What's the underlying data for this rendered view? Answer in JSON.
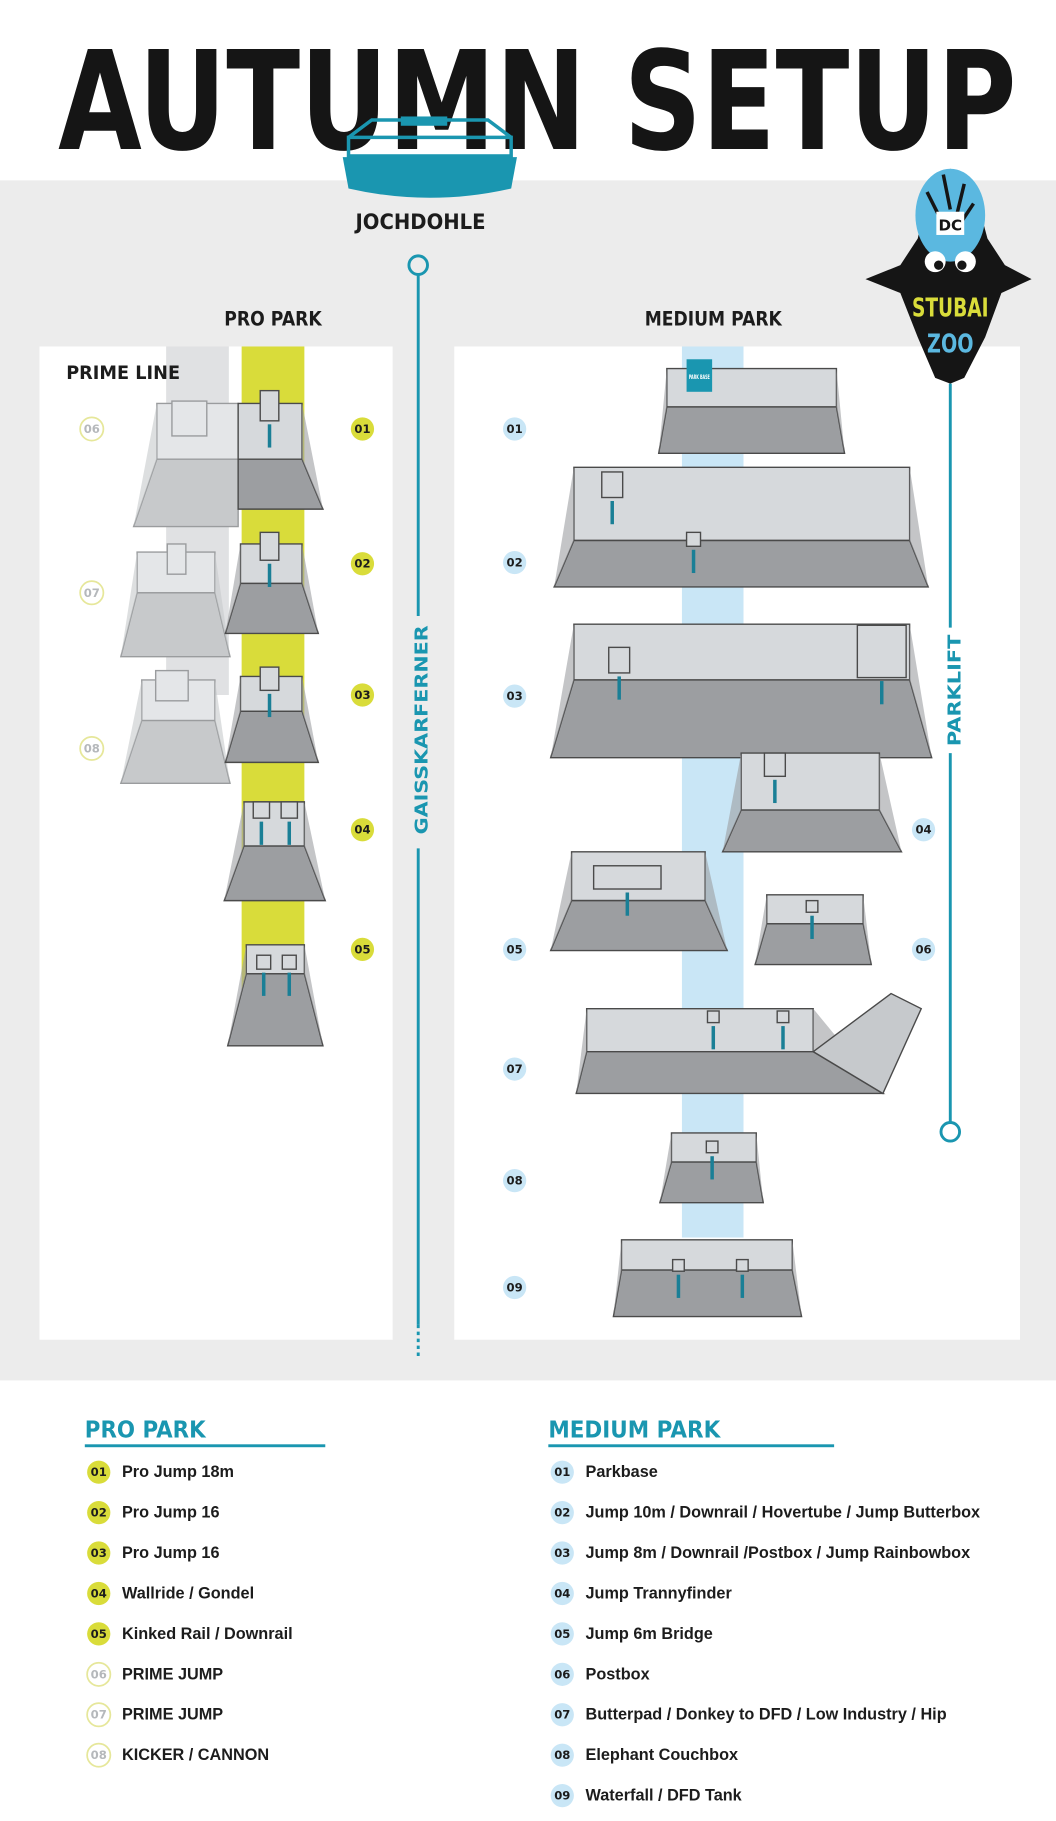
{
  "title": "AUTUMN SETUP",
  "station": "JOCHDOHLE",
  "piste_left": "GAISSKARFERNER",
  "lift": "PARKLIFT",
  "logo": {
    "brand": "DC",
    "line1": "STUBAI",
    "line2": "ZOO"
  },
  "colors": {
    "teal": "#1a96b0",
    "yellow": "#d9dc3a",
    "lightblue": "#c9e6f6",
    "grey_bg": "#ececec"
  },
  "map": {
    "pro_park_label": "PRO PARK",
    "prime_line_label": "PRIME LINE",
    "medium_park_label": "MEDIUM PARK",
    "parkbase_sign": "PARK BASE",
    "pro_numbers": [
      "01",
      "02",
      "03",
      "04",
      "05"
    ],
    "prime_numbers": [
      "06",
      "07",
      "08"
    ],
    "medium_numbers": [
      "01",
      "02",
      "03",
      "04",
      "05",
      "06",
      "07",
      "08",
      "09"
    ]
  },
  "legend": {
    "pro": {
      "heading": "PRO PARK",
      "items": [
        {
          "num": "01",
          "label": "Pro Jump 18m",
          "active": true
        },
        {
          "num": "02",
          "label": "Pro Jump 16",
          "active": true
        },
        {
          "num": "03",
          "label": "Pro Jump 16",
          "active": true
        },
        {
          "num": "04",
          "label": "Wallride / Gondel",
          "active": true
        },
        {
          "num": "05",
          "label": "Kinked Rail / Downrail",
          "active": true
        },
        {
          "num": "06",
          "label": "PRIME JUMP",
          "active": false
        },
        {
          "num": "07",
          "label": "PRIME JUMP",
          "active": false
        },
        {
          "num": "08",
          "label": "KICKER / CANNON",
          "active": false
        }
      ]
    },
    "medium": {
      "heading": "MEDIUM PARK",
      "items": [
        {
          "num": "01",
          "label": "Parkbase"
        },
        {
          "num": "02",
          "label": "Jump 10m / Downrail / Hovertube / Jump Butterbox"
        },
        {
          "num": "03",
          "label": "Jump 8m / Downrail /Postbox / Jump Rainbowbox"
        },
        {
          "num": "04",
          "label": "Jump Trannyfinder"
        },
        {
          "num": "05",
          "label": "Jump 6m Bridge"
        },
        {
          "num": "06",
          "label": "Postbox"
        },
        {
          "num": "07",
          "label": "Butterpad / Donkey to DFD / Low Industry / Hip"
        },
        {
          "num": "08",
          "label": "Elephant Couchbox"
        },
        {
          "num": "09",
          "label": "Waterfall / DFD Tank"
        }
      ]
    }
  }
}
